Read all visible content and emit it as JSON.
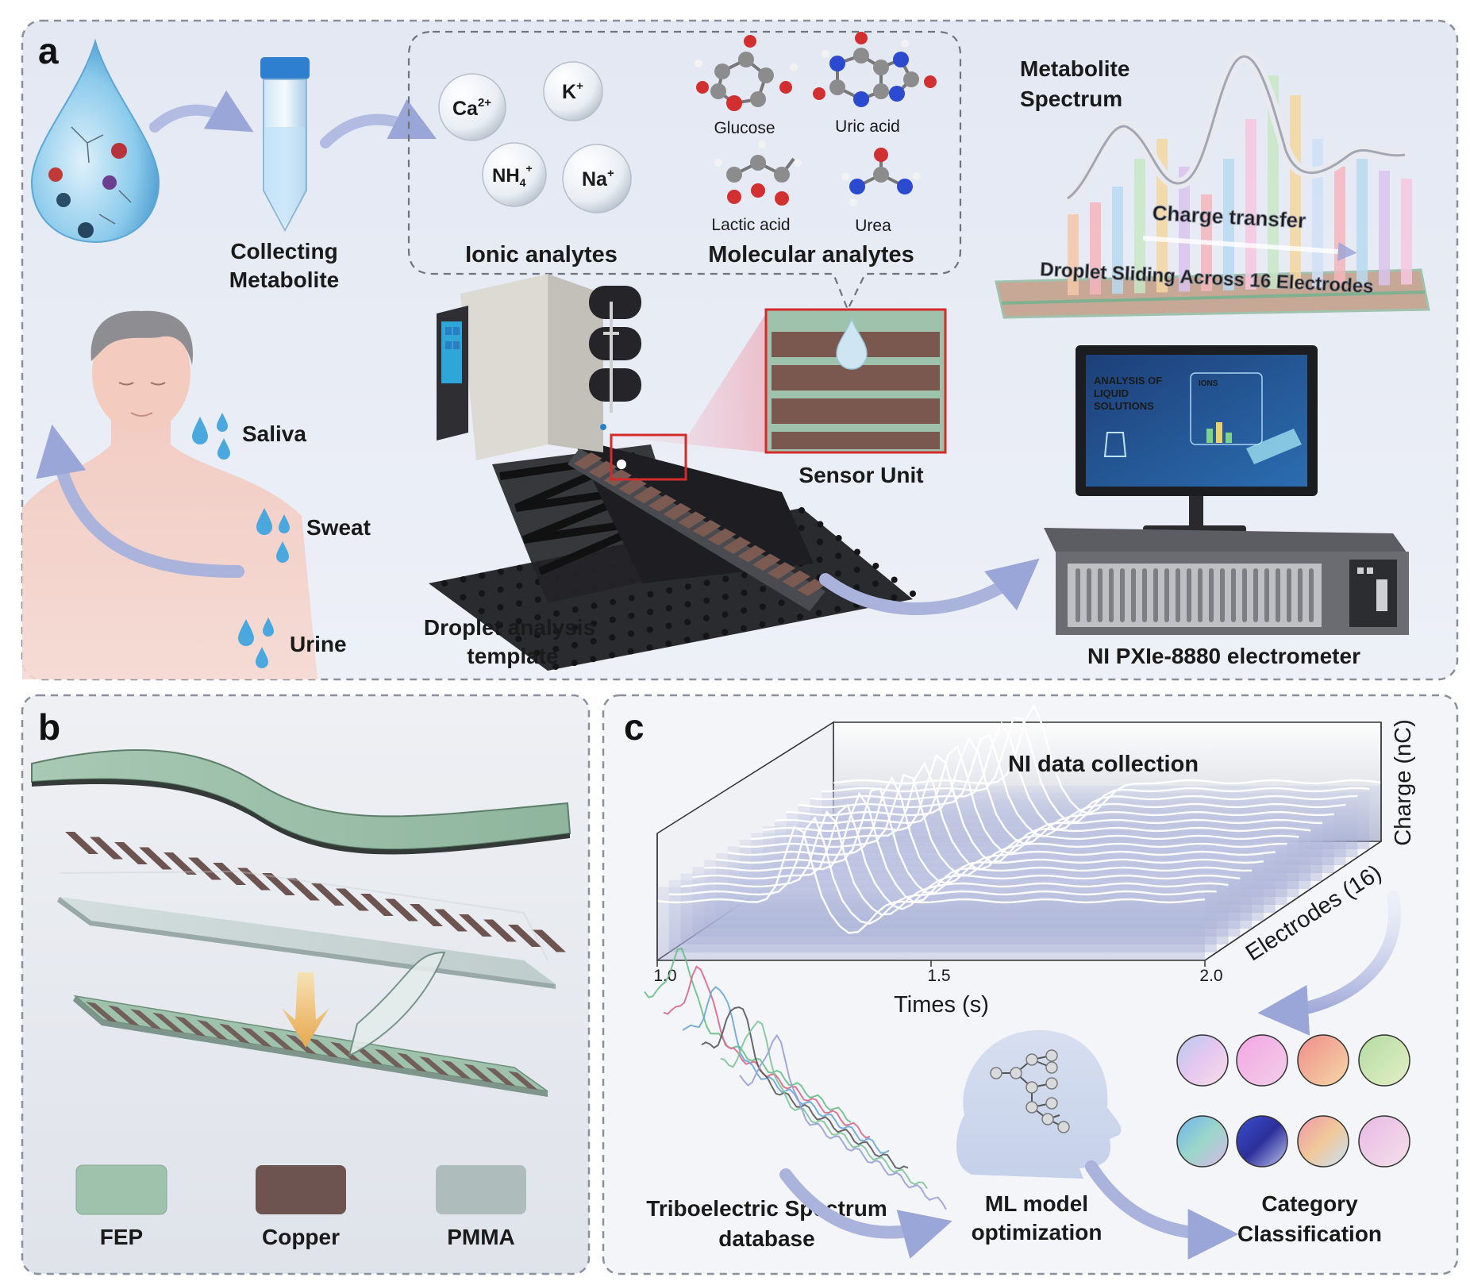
{
  "panels": {
    "a": {
      "letter": "a",
      "collecting": [
        "Collecting",
        "Metabolite"
      ],
      "ion_labels": {
        "ca": "Ca",
        "ca_sup": "2+",
        "k": "K",
        "k_sup": "+",
        "nh4": "NH",
        "nh4_sub": "4",
        "nh4_sup": "+",
        "na": "Na",
        "na_sup": "+"
      },
      "molecules": [
        "Glucose",
        "Uric acid",
        "Lactic acid",
        "Urea"
      ],
      "ionic_title": "Ionic analytes",
      "molecular_title": "Molecular analytes",
      "spectrum_title": [
        "Metabolite",
        "Spectrum"
      ],
      "charge_transfer": "Charge transfer",
      "droplet_sliding": "Droplet Sliding Across 16 Electrodes",
      "body_fluids": [
        "Saliva",
        "Sweat",
        "Urine"
      ],
      "template_label": [
        "Droplet analysis",
        "template"
      ],
      "sensor_unit": "Sensor Unit",
      "monitor_text": [
        "ANALYSIS OF",
        "LIQUID",
        "SOLUTIONS"
      ],
      "monitor_ions": "IONS",
      "electrometer": "NI PXIe-8880 electrometer"
    },
    "b": {
      "letter": "b",
      "legend": [
        {
          "label": "FEP",
          "color": "#9ec2ab"
        },
        {
          "label": "Copper",
          "color": "#6e5450"
        },
        {
          "label": "PMMA",
          "color": "#aebdbc"
        }
      ]
    },
    "c": {
      "letter": "c",
      "plot_title": "NI data collection",
      "x_label": "Times (s)",
      "x_ticks": [
        "1.0",
        "1.5",
        "2.0"
      ],
      "y_label": "Charge (nC)",
      "z_label": "Electrodes (16)",
      "database_label": [
        "Triboelectric Spectrum",
        "database"
      ],
      "ml_label": [
        "ML model",
        "optimization"
      ],
      "class_label": [
        "Category",
        "Classification"
      ]
    }
  },
  "colors": {
    "panel_bg": "#e4e9f3",
    "panel_border": "#8a8f99",
    "arrow": "#a9b3dc",
    "copper": "#6e5450",
    "fep": "#9ec2ab",
    "highlight_red": "#d42a2a"
  }
}
